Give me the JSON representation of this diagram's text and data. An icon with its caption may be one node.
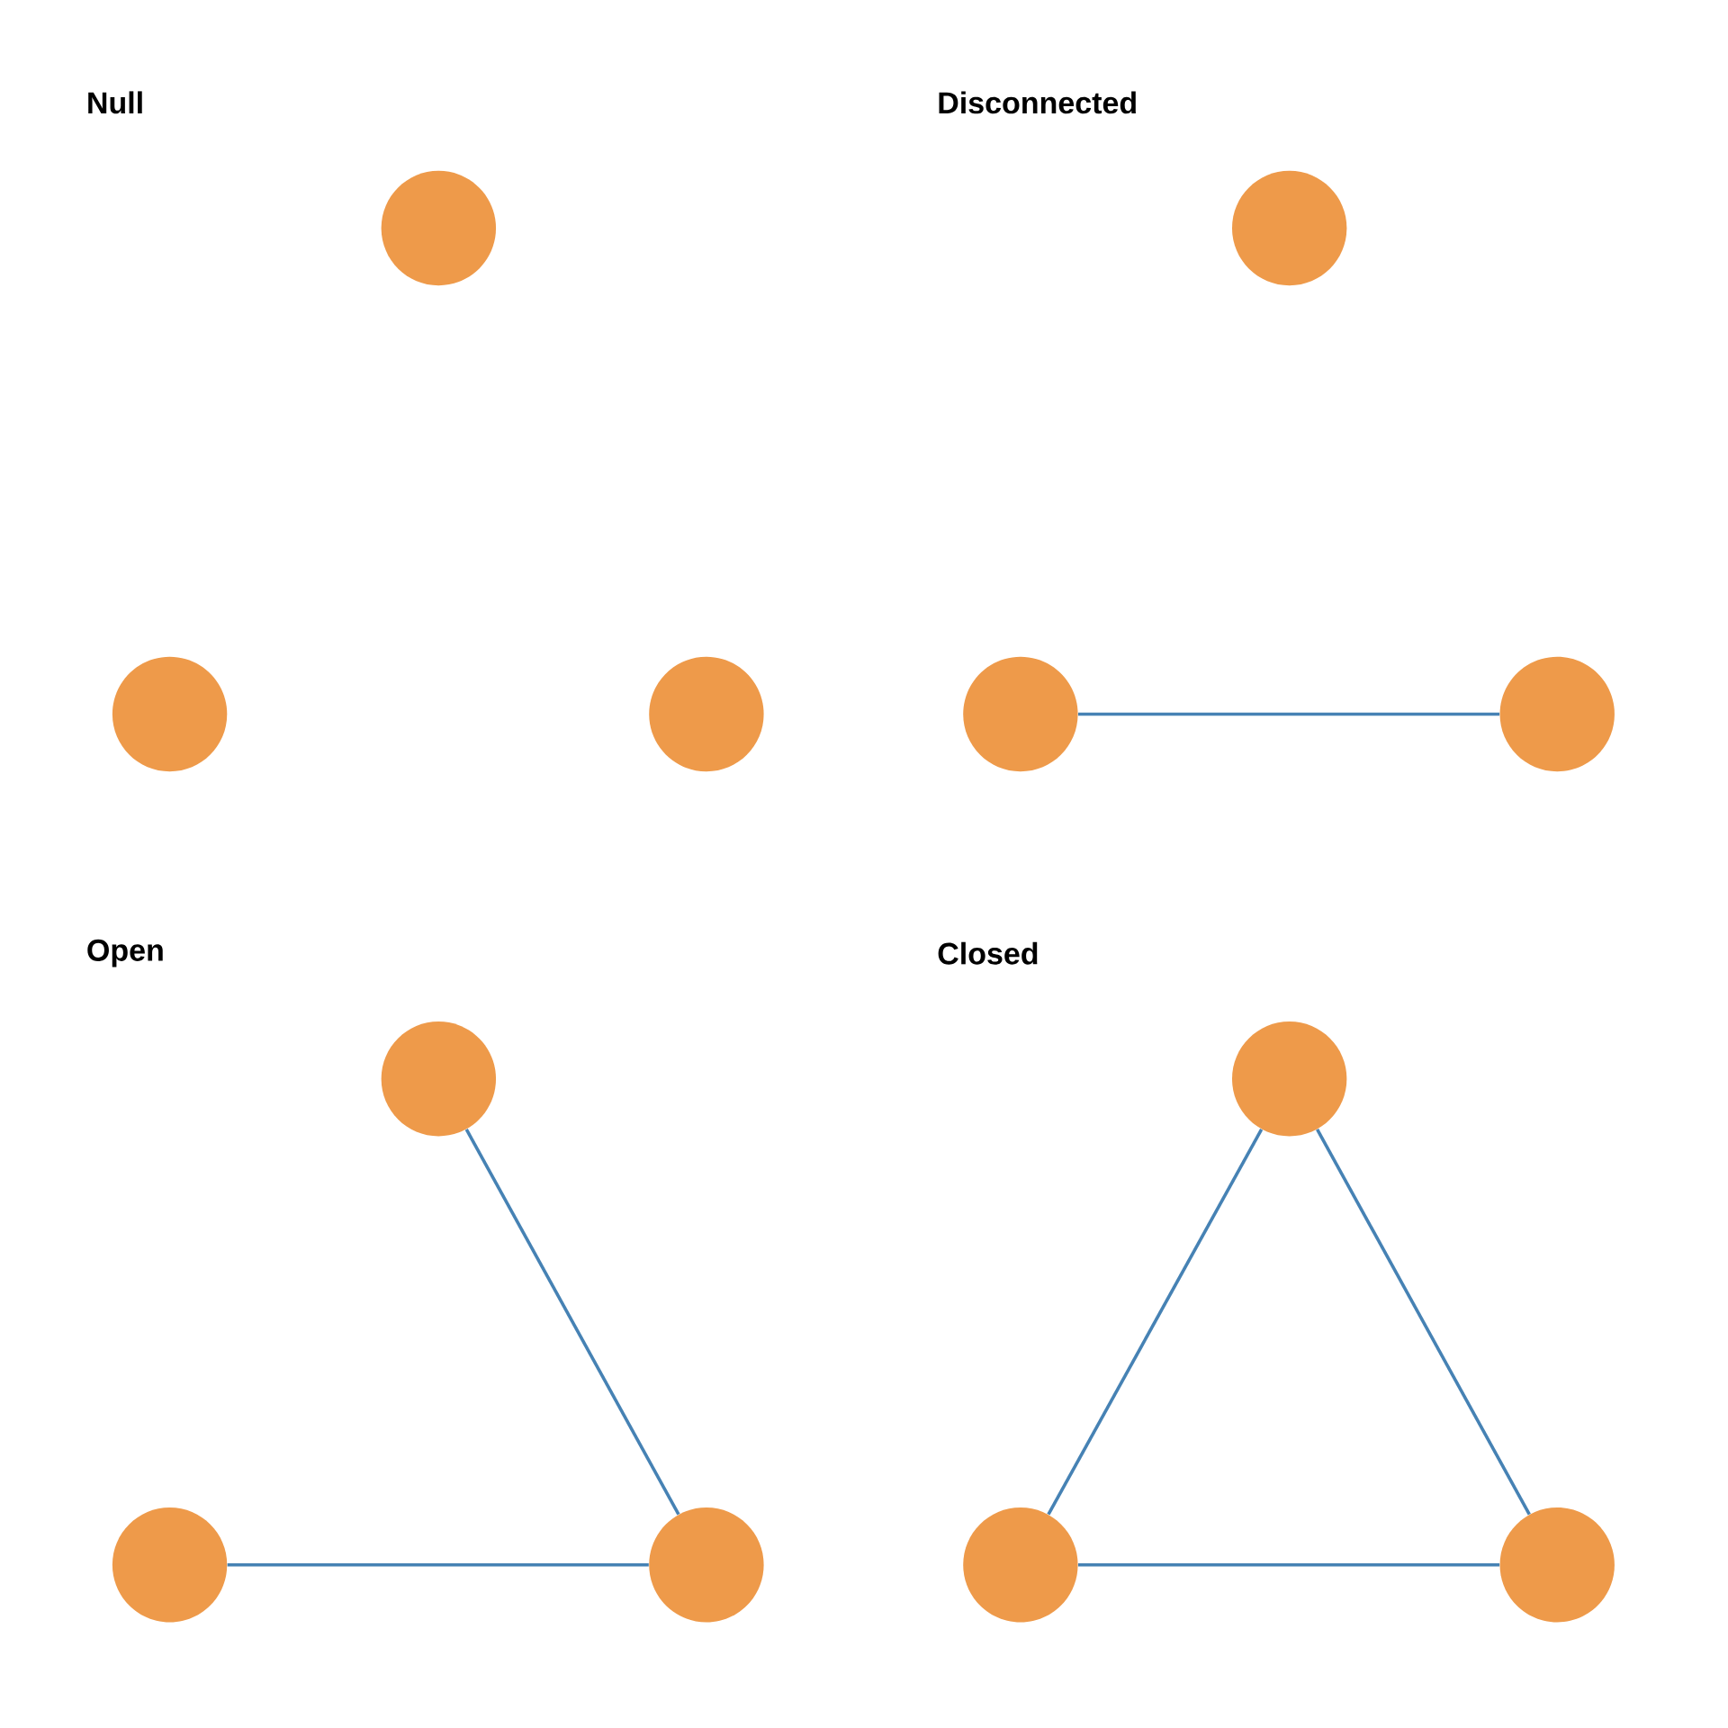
{
  "diagram": {
    "nodes": [
      {
        "text": [],
        "shape": "circle"
      },
      {
        "text": [],
        "shape": "circle"
      },
      {
        "text": [],
        "shape": "circle"
      },
      {
        "text": [],
        "shape": "circle"
      },
      {
        "text": [],
        "shape": "circle"
      },
      {
        "text": [],
        "shape": "circle"
      },
      {
        "text": [],
        "shape": "circle"
      },
      {
        "text": [],
        "shape": "circle"
      },
      {
        "text": [],
        "shape": "circle"
      },
      {
        "text": [],
        "shape": "circle"
      },
      {
        "text": [],
        "shape": "circle"
      },
      {
        "text": [],
        "shape": "circle"
      }
    ],
    "edges": [
      {
        "from": 4,
        "to": 5,
        "arrow": "none"
      },
      {
        "from": 6,
        "to": 8,
        "arrow": "none"
      },
      {
        "from": 7,
        "to": 8,
        "arrow": "none"
      },
      {
        "from": 9,
        "to": 10,
        "arrow": "none"
      },
      {
        "from": 9,
        "to": 11,
        "arrow": "none"
      },
      {
        "from": 10,
        "to": 11,
        "arrow": "none"
      }
    ],
    "labels": [
      "Null",
      "Disconnected",
      "Open",
      "Closed"
    ]
  }
}
